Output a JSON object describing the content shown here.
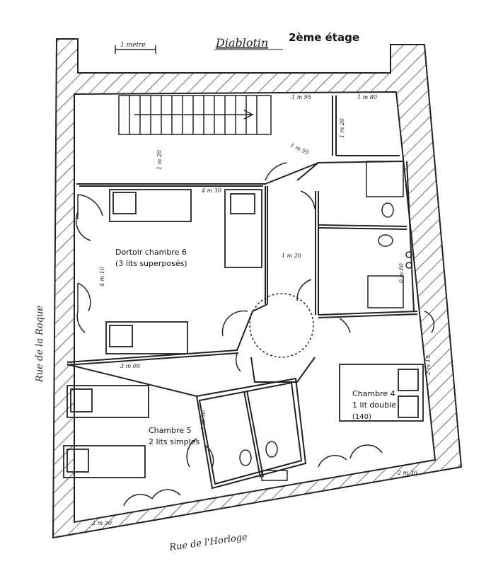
{
  "title": "Diablotin",
  "floor": "2ème étage",
  "scale_label": "1 metre",
  "streets": {
    "left": "Rue de la Roque",
    "bottom": "Rue de l'Horloge"
  },
  "rooms": {
    "dortoir": {
      "name": "Dortoir chambre 6",
      "beds": "(3 lits superposés)"
    },
    "chambre5": {
      "name": "Chambre 5",
      "beds": "2 lits simples"
    },
    "chambre4": {
      "name": "Chambre 4",
      "beds": "1 lit double",
      "size": "(140)"
    }
  },
  "dimensions": {
    "d1": "1 m 95",
    "d2": "1 m 80",
    "d3": "1 m 95",
    "d4": "1 m 20",
    "d5": "1 m 20",
    "d6": "4 m 30",
    "d7": "1 m 20",
    "d8": "4 m 10",
    "d9": "3 m 00",
    "d10": "2 m 30",
    "d11": "2 m 30",
    "d12": "2 m 15",
    "d13": "2 m 30",
    "d14": "0 m 60"
  }
}
